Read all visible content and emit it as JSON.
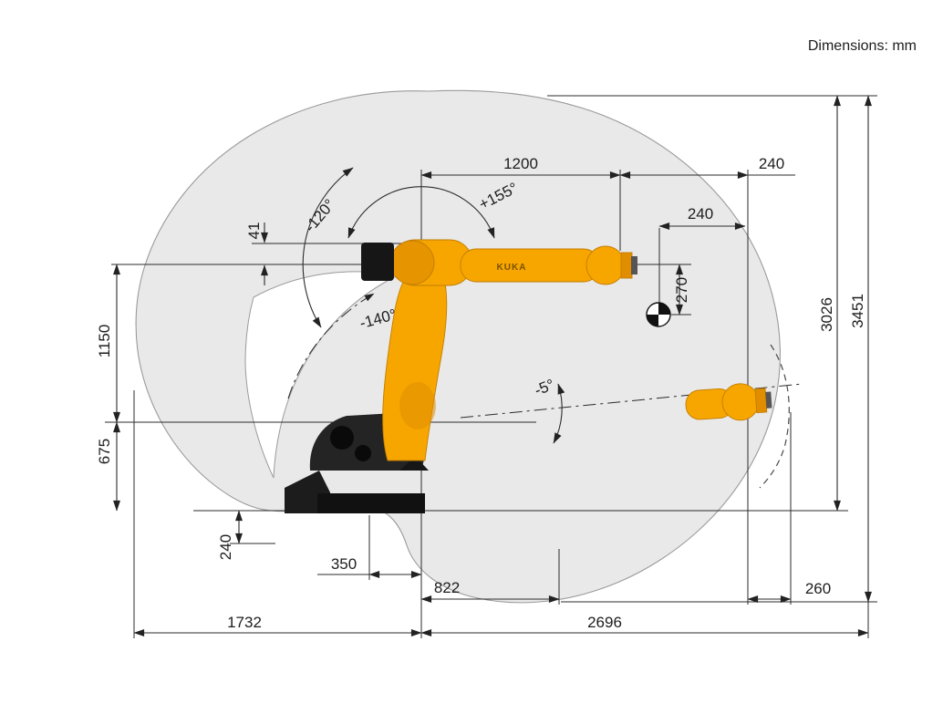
{
  "header": {
    "units": "Dimensions: mm"
  },
  "dimensions": {
    "arm_reach": "1200",
    "flange_offset_top": "240",
    "cg_horizontal": "240",
    "cg_vertical": "270",
    "envelope_height_above_floor": "3026",
    "envelope_total_height": "3451",
    "arm_axis_offset": "41",
    "shoulder_height_upper": "1150",
    "shoulder_height_lower": "675",
    "below_floor_depth": "240",
    "base_offset": "350",
    "bottom_reach": "822",
    "rear_reach": "1732",
    "forward_reach": "2696",
    "flange_sweep": "260"
  },
  "angles": {
    "axis2_negative": "-120°",
    "axis2_positive": "+155°",
    "axis3_negative": "-140°",
    "axis3_positive": "-5°"
  },
  "robot": {
    "brand": "KUKA"
  },
  "colors": {
    "robot_orange": "#F7A600",
    "robot_orange_dark": "#E08E00",
    "robot_black": "#1c1c1c",
    "envelope_fill": "#E9E9E9",
    "line": "#2b2b2b"
  }
}
